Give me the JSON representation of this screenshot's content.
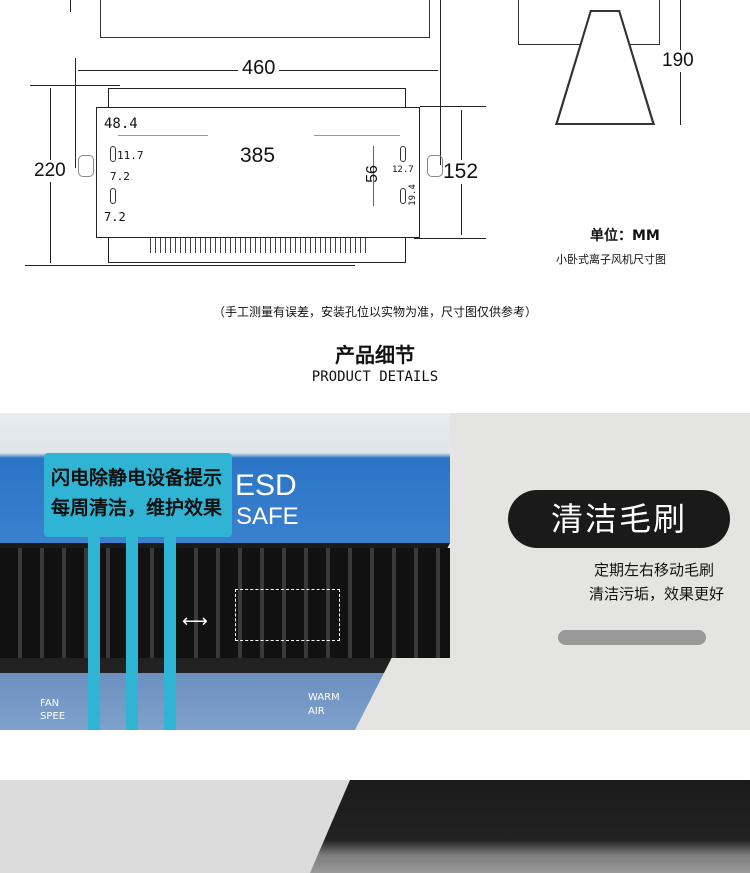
{
  "drawing": {
    "front": {
      "width": "460",
      "height": "220",
      "hole_span": "385",
      "inner_height": "152",
      "offset": "48.4",
      "slot_left_h": "11.7",
      "hole_left": "7.2",
      "slot_left_w": "7.2",
      "slot_spacing": "56",
      "hole_right": "12.7",
      "slot_right": "19.4"
    },
    "side": {
      "height": "190"
    },
    "unit": "单位：MM",
    "caption": "小卧式离子风机尺寸图"
  },
  "note": "（手工测量有误差，安装孔位以实物为准，尺寸图仅供参考）",
  "section": {
    "title": "产品细节",
    "subtitle": "PRODUCT DETAILS"
  },
  "detail1": {
    "tag_line1": "闪电除静电设备提示",
    "tag_line2": "每周清洁，维护效果",
    "brand1": "ESD",
    "brand2": "SAFE",
    "fan_label": "FAN SPEE",
    "warm_label": "WARM AIR",
    "pill": "清洁毛刷",
    "desc_line1": "定期左右移动毛刷",
    "desc_line2": "清洁污垢，效果更好"
  }
}
